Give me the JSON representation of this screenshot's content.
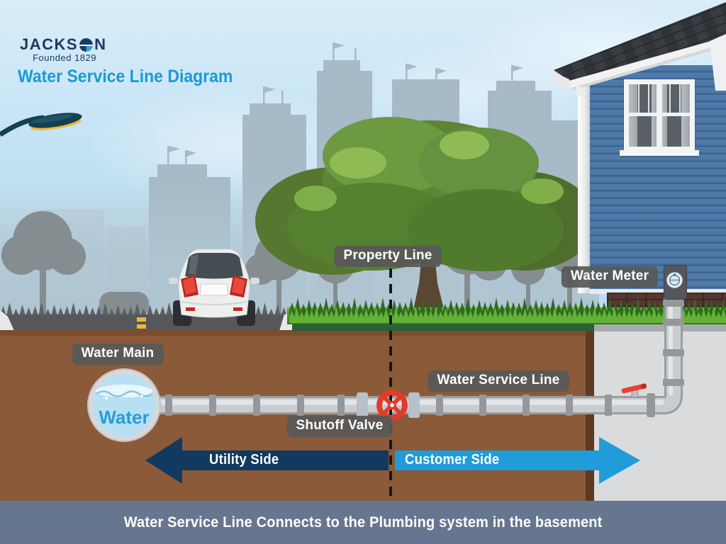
{
  "header": {
    "logo_prefix": "JACKS",
    "logo_suffix": "N",
    "founded": "Founded 1829",
    "title": "Water Service Line Diagram",
    "title_color": "#1b9ad6",
    "logo_color": "#1c3a62"
  },
  "diagram": {
    "labels": {
      "property_line": "Property Line",
      "water_meter": "Water Meter",
      "water_main": "Water Main",
      "water_service_line": "Water Service Line",
      "shutoff_valve": "Shutoff Valve",
      "water_main_content": "Water"
    },
    "label_style": {
      "background": "#5a5a5a",
      "text_color": "#ffffff"
    },
    "arrows": {
      "utility": {
        "label": "Utility Side",
        "color": "#12395f",
        "direction": "left",
        "side": "left-of-property-line"
      },
      "customer": {
        "label": "Customer Side",
        "color": "#209cd8",
        "direction": "right",
        "side": "right-of-property-line"
      }
    },
    "valve_color": "#e23b2a",
    "water_text_color": "#2b9cd4"
  },
  "footer": {
    "caption": "Water Service Line Connects to the Plumbing system in the basement",
    "background": "#67768f"
  }
}
